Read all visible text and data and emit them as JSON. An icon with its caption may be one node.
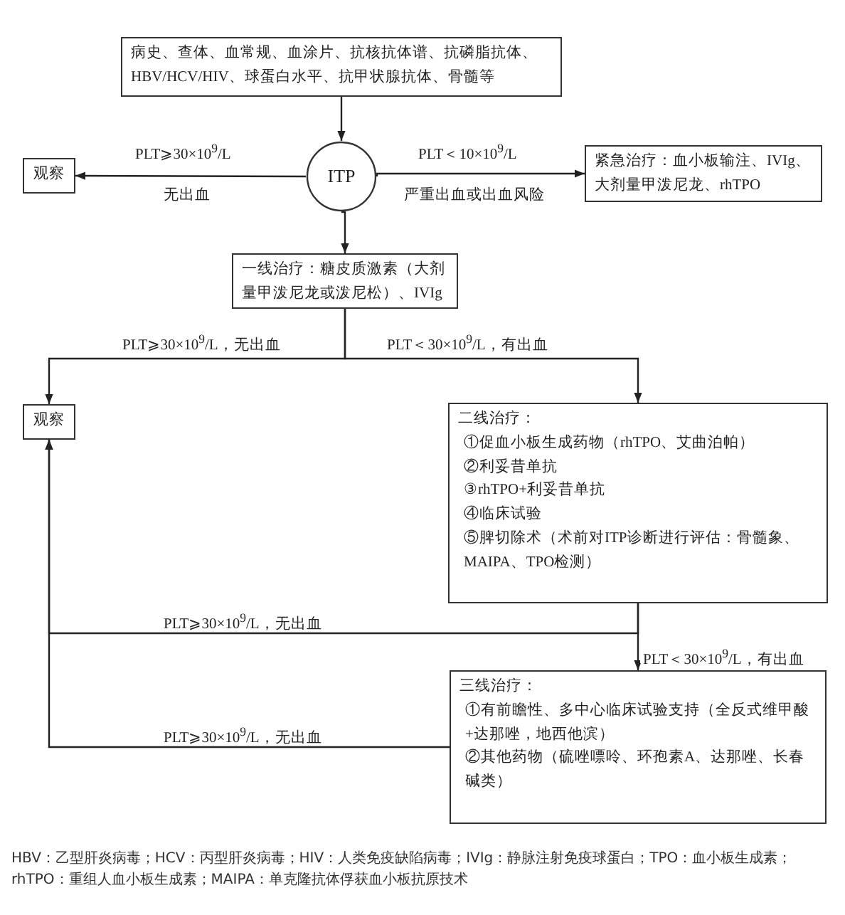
{
  "diagram": {
    "nodes": [
      {
        "text": [
          "病史、查体、血常规、血涂片、抗核抗体谱、抗磷脂抗体、HBV/HCV/HIV、球蛋白水平、抗甲状腺抗体、骨髓等"
        ]
      },
      {
        "text": [
          "观察"
        ]
      },
      {
        "text": [
          "ITP"
        ]
      },
      {
        "text": [
          "紧急治疗：血小板输注、IVIg、大剂量甲泼尼龙、rhTPO"
        ]
      },
      {
        "text": [
          "一线治疗：糖皮质激素（大剂量甲泼尼龙或泼尼松）、IVIg"
        ]
      },
      {
        "text": [
          "观察"
        ]
      },
      {
        "text": [
          "二线治疗：",
          "①促血小板生成药物（rhTPO、艾曲泊帕）",
          "②利妥昔单抗",
          "③rhTPO+利妥昔单抗",
          "④临床试验",
          "⑤脾切除术（术前对ITP诊断进行评估：骨髓象、MAIPA、TPO检测）"
        ]
      },
      {
        "text": [
          "三线治疗：",
          "①有前瞻性、多中心临床试验支持（全反式维甲酸+达那唑，地西他滨）",
          "②其他药物（硫唑嘌呤、环孢素A、达那唑、长春碱类）"
        ]
      }
    ],
    "edges": [
      {
        "from": 0,
        "to": 2,
        "arrow": "to"
      },
      {
        "from": 2,
        "to": 1,
        "arrow": "to",
        "label": "PLT⩾30×10$^{9}$/L"
      },
      {
        "from": 2,
        "to": 3,
        "arrow": "to",
        "label": "PLT＜10×10$^{9}$/L"
      },
      {
        "from": 2,
        "to": 4,
        "arrow": "to"
      },
      {
        "from": 4,
        "to": 5,
        "arrow": "to",
        "label": "PLT⩾30×10$^{9}$/L，无出血"
      },
      {
        "from": 4,
        "to": 6,
        "arrow": "to",
        "label": "PLT＜30×10$^{9}$/L，有出血"
      },
      {
        "from": 6,
        "to": 5,
        "arrow": "to",
        "label": "PLT⩾30×10$^{9}$/L，无出血"
      },
      {
        "from": 6,
        "to": 7,
        "arrow": "to",
        "label": "PLT＜30×10$^{9}$/L，有出血"
      },
      {
        "from": 7,
        "to": 5,
        "arrow": "to",
        "label": "PLT⩾30×10$^{9}$/L，无出血"
      }
    ],
    "labels": [
      "无出血",
      "严重出血或出血风险"
    ],
    "caption": "HBV：乙型肝炎病毒；HCV：丙型肝炎病毒；HIV：人类免疫缺陷病毒；IVIg：静脉注射免疫球蛋白；TPO：血小板生成素；rhTPO：重组人血小板生成素；MAIPA：单克隆抗体俘获血小板抗原技术"
  }
}
